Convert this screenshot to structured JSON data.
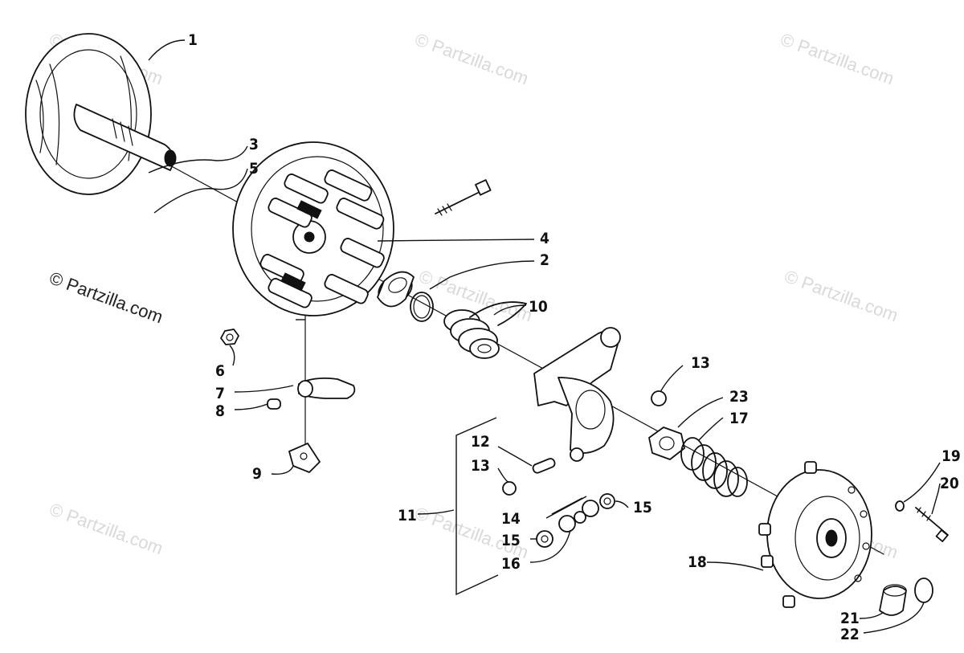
{
  "watermarks": [
    "© Partzilla.com",
    "© Partzilla.com",
    "© Partzilla.com",
    "© Partzilla.com",
    "© Partzilla.com",
    "© Partzilla.com",
    "© Partzilla.com",
    "© Partzilla.com"
  ],
  "watermark_primary": "© Partzilla.com",
  "callouts": {
    "c1": "1",
    "c2": "2",
    "c3": "3",
    "c4": "4",
    "c5": "5",
    "c6": "6",
    "c7": "7",
    "c8": "8",
    "c9": "9",
    "c10": "10",
    "c11": "11",
    "c12": "12",
    "c13a": "13",
    "c13b": "13",
    "c14": "14",
    "c15a": "15",
    "c15b": "15",
    "c16": "16",
    "c17": "17",
    "c18": "18",
    "c19": "19",
    "c20": "20",
    "c21": "21",
    "c22": "22",
    "c23": "23"
  }
}
